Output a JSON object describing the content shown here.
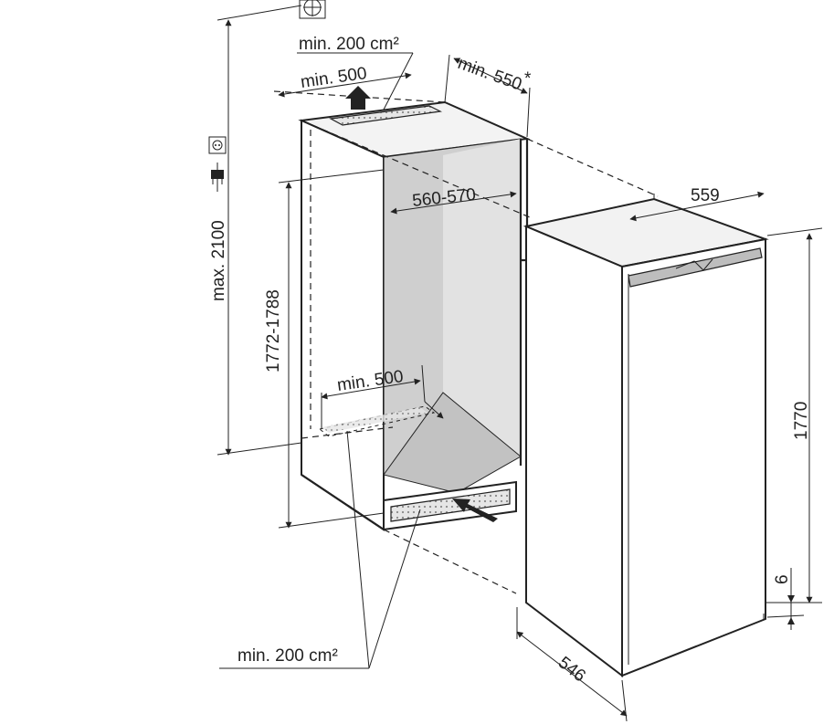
{
  "labels": {
    "vent_top_area": "min. 200 cm²",
    "top_vent_depth": "min. 500",
    "niche_depth": "min. 550",
    "niche_depth_note": "*",
    "niche_width": "560-570",
    "niche_height": "1772-1788",
    "max_height": "max. 2100",
    "bottom_vent_depth": "min. 500",
    "vent_bottom_area": "min. 200 cm²",
    "appliance_width": "559",
    "appliance_height": "1770",
    "appliance_depth": "546",
    "plinth_gap": "6"
  },
  "icons": [
    "grounding-symbol-icon",
    "power-plug-icon",
    "socket-icon"
  ],
  "colors": {
    "line": "#222222",
    "niche_interior": "#cfcfcf",
    "niche_side": "#e2e2e2",
    "appliance_top": "#f2f2f2",
    "vent_grille": "#bdbdbd"
  }
}
